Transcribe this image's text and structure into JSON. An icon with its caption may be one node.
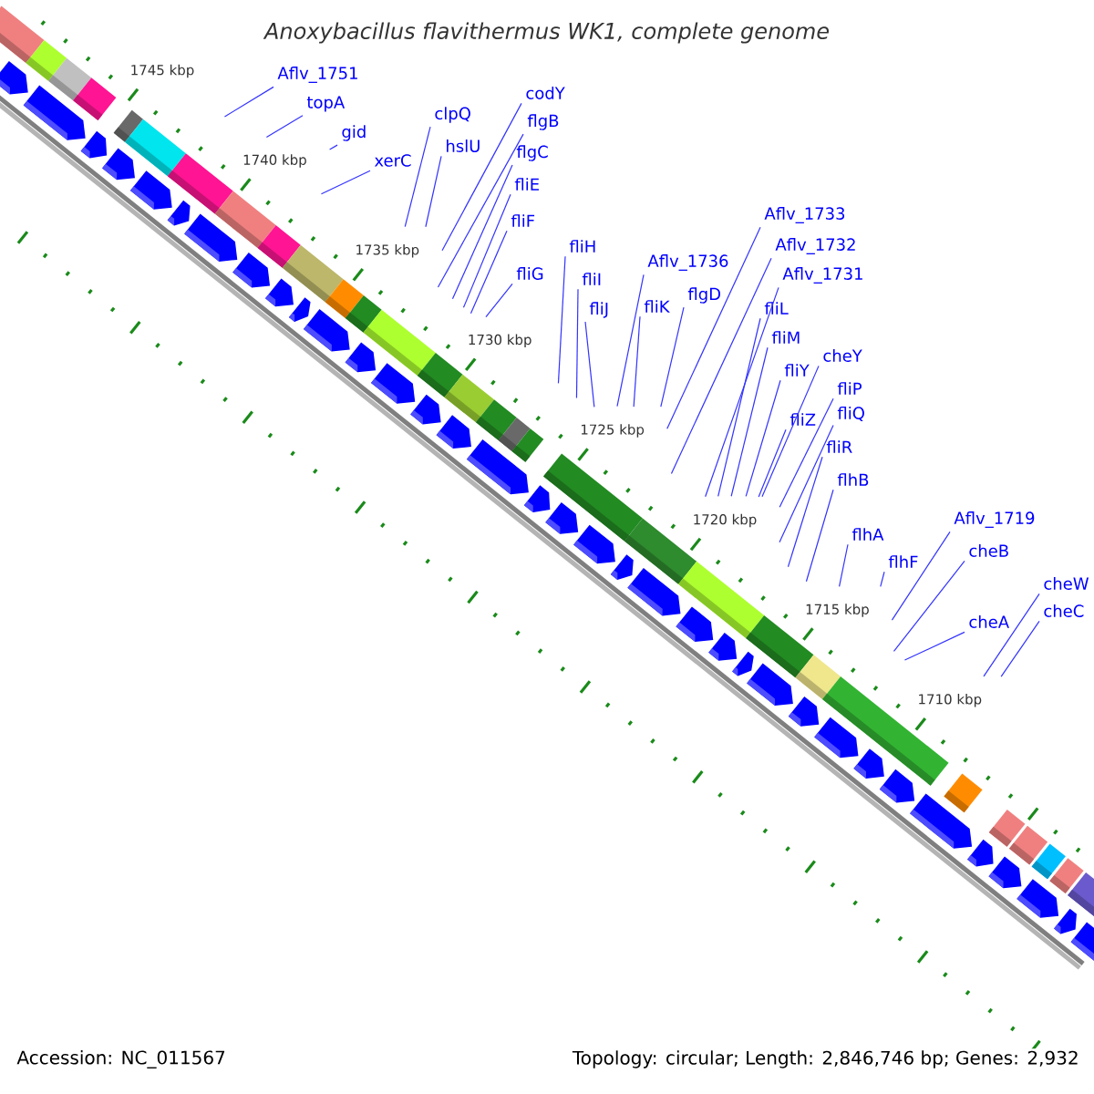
{
  "diagram": {
    "title": "Anoxybacillus flavithermus WK1, complete genome",
    "nodes": [
      {
        "text": [
          "Aflv_1751"
        ]
      },
      {
        "text": [
          "topA"
        ]
      },
      {
        "text": [
          "gid"
        ]
      },
      {
        "text": [
          "xerC"
        ]
      },
      {
        "text": [
          "clpQ"
        ]
      },
      {
        "text": [
          "hslU"
        ]
      },
      {
        "text": [
          "codY"
        ]
      },
      {
        "text": [
          "flgB"
        ]
      },
      {
        "text": [
          "flgC"
        ]
      },
      {
        "text": [
          "fliE"
        ]
      },
      {
        "text": [
          "fliF"
        ]
      },
      {
        "text": [
          "fliG"
        ]
      },
      {
        "text": [
          "fliH"
        ]
      },
      {
        "text": [
          "fliI"
        ]
      },
      {
        "text": [
          "fliJ"
        ]
      },
      {
        "text": [
          "Aflv_1736"
        ]
      },
      {
        "text": [
          "fliK"
        ]
      },
      {
        "text": [
          "flgD"
        ]
      },
      {
        "text": [
          "Aflv_1733"
        ]
      },
      {
        "text": [
          "Aflv_1732"
        ]
      },
      {
        "text": [
          "Aflv_1731"
        ]
      },
      {
        "text": [
          "fliL"
        ]
      },
      {
        "text": [
          "fliM"
        ]
      },
      {
        "text": [
          "fliY"
        ]
      },
      {
        "text": [
          "cheY"
        ]
      },
      {
        "text": [
          "fliP"
        ]
      },
      {
        "text": [
          "fliQ"
        ]
      },
      {
        "text": [
          "fliZ"
        ]
      },
      {
        "text": [
          "fliR"
        ]
      },
      {
        "text": [
          "flhB"
        ]
      },
      {
        "text": [
          "flhA"
        ]
      },
      {
        "text": [
          "flhF"
        ]
      },
      {
        "text": [
          "Aflv_1719"
        ]
      },
      {
        "text": [
          "cheB"
        ]
      },
      {
        "text": [
          "cheA"
        ]
      },
      {
        "text": [
          "cheW"
        ]
      },
      {
        "text": [
          "cheC"
        ]
      }
    ],
    "edges": [
      {
        "from": 0,
        "to": null,
        "arrow": "none"
      },
      {
        "from": 1,
        "to": null,
        "arrow": "none"
      },
      {
        "from": 2,
        "to": null,
        "arrow": "none"
      },
      {
        "from": 3,
        "to": null,
        "arrow": "none"
      },
      {
        "from": 4,
        "to": null,
        "arrow": "none"
      },
      {
        "from": 5,
        "to": null,
        "arrow": "none"
      },
      {
        "from": 6,
        "to": null,
        "arrow": "none"
      },
      {
        "from": 7,
        "to": null,
        "arrow": "none"
      },
      {
        "from": 8,
        "to": null,
        "arrow": "none"
      },
      {
        "from": 9,
        "to": null,
        "arrow": "none"
      },
      {
        "from": 10,
        "to": null,
        "arrow": "none"
      },
      {
        "from": 11,
        "to": null,
        "arrow": "none"
      },
      {
        "from": 12,
        "to": null,
        "arrow": "none"
      },
      {
        "from": 13,
        "to": null,
        "arrow": "none"
      },
      {
        "from": 14,
        "to": null,
        "arrow": "none"
      },
      {
        "from": 15,
        "to": null,
        "arrow": "none"
      },
      {
        "from": 16,
        "to": null,
        "arrow": "none"
      },
      {
        "from": 17,
        "to": null,
        "arrow": "none"
      },
      {
        "from": 18,
        "to": null,
        "arrow": "none"
      },
      {
        "from": 19,
        "to": null,
        "arrow": "none"
      },
      {
        "from": 20,
        "to": null,
        "arrow": "none"
      },
      {
        "from": 21,
        "to": null,
        "arrow": "none"
      },
      {
        "from": 22,
        "to": null,
        "arrow": "none"
      },
      {
        "from": 23,
        "to": null,
        "arrow": "none"
      },
      {
        "from": 24,
        "to": null,
        "arrow": "none"
      },
      {
        "from": 25,
        "to": null,
        "arrow": "none"
      },
      {
        "from": 26,
        "to": null,
        "arrow": "none"
      },
      {
        "from": 27,
        "to": null,
        "arrow": "none"
      },
      {
        "from": 28,
        "to": null,
        "arrow": "none"
      },
      {
        "from": 29,
        "to": null,
        "arrow": "none"
      },
      {
        "from": 30,
        "to": null,
        "arrow": "none"
      },
      {
        "from": 31,
        "to": null,
        "arrow": "none"
      },
      {
        "from": 32,
        "to": null,
        "arrow": "none"
      },
      {
        "from": 33,
        "to": null,
        "arrow": "none"
      },
      {
        "from": 34,
        "to": null,
        "arrow": "none"
      },
      {
        "from": 35,
        "to": null,
        "arrow": "none"
      },
      {
        "from": 36,
        "to": null,
        "arrow": "none"
      }
    ],
    "labels": [
      "1745 kbp",
      "1740 kbp",
      "1735 kbp",
      "1730 kbp",
      "1725 kbp",
      "1720 kbp",
      "1715 kbp",
      "1710 kbp",
      "Accession: NC_011567",
      "Topology: circular; Length: 2,846,746 bp; Genes: 2,932"
    ]
  }
}
